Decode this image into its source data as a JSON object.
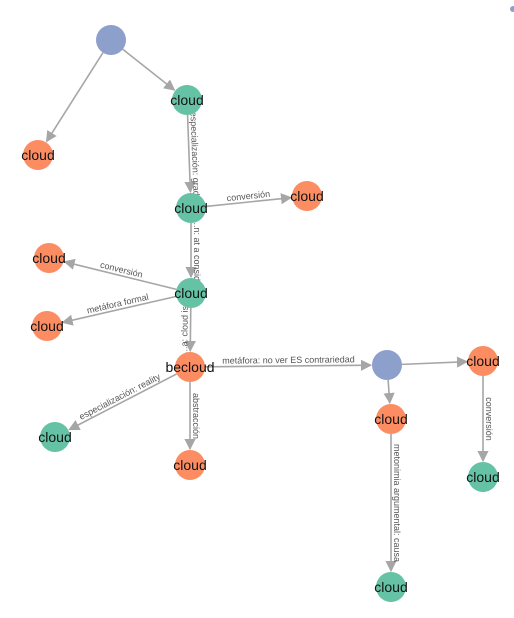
{
  "colors": {
    "green": "#66c2a5",
    "orange": "#fc8d62",
    "blue": "#8da0cb",
    "edge": "#a6a6a6"
  },
  "nodes": [
    {
      "id": "n0",
      "label": "",
      "color": "blue"
    },
    {
      "id": "n1",
      "label": "cloud",
      "color": "orange"
    },
    {
      "id": "n2",
      "label": "cloud",
      "color": "green"
    },
    {
      "id": "n3",
      "label": "cloud",
      "color": "green"
    },
    {
      "id": "n4",
      "label": "cloud",
      "color": "orange"
    },
    {
      "id": "n5",
      "label": "cloud",
      "color": "green"
    },
    {
      "id": "n6",
      "label": "cloud",
      "color": "orange"
    },
    {
      "id": "n7",
      "label": "cloud",
      "color": "orange"
    },
    {
      "id": "n8",
      "label": "becloud",
      "color": "orange"
    },
    {
      "id": "n9",
      "label": "cloud",
      "color": "green"
    },
    {
      "id": "n10",
      "label": "cloud",
      "color": "orange"
    },
    {
      "id": "n11",
      "label": "",
      "color": "blue"
    },
    {
      "id": "n12",
      "label": "cloud",
      "color": "orange"
    },
    {
      "id": "n13",
      "label": "cloud",
      "color": "orange"
    },
    {
      "id": "n14",
      "label": "cloud",
      "color": "green"
    },
    {
      "id": "n15",
      "label": "cloud",
      "color": "green"
    }
  ],
  "edges": [
    {
      "from": "n0",
      "to": "n2",
      "label": ""
    },
    {
      "from": "n0",
      "to": "n1",
      "label": ""
    },
    {
      "from": "n2",
      "to": "n3",
      "label": "especialización: grad"
    },
    {
      "from": "n3",
      "to": "n4",
      "label": "conversión"
    },
    {
      "from": "n3",
      "to": "n5",
      "label": "...n: at a consid"
    },
    {
      "from": "n5",
      "to": "n6",
      "label": "conversión"
    },
    {
      "from": "n5",
      "to": "n7",
      "label": "metáfora formal"
    },
    {
      "from": "n5",
      "to": "n8",
      "label": "...a: cloud is"
    },
    {
      "from": "n8",
      "to": "n9",
      "label": "especialización: reality"
    },
    {
      "from": "n8",
      "to": "n10",
      "label": "abstracción"
    },
    {
      "from": "n8",
      "to": "n11",
      "label": "metáfora: no ver ES contrariedad"
    },
    {
      "from": "n11",
      "to": "n12",
      "label": ""
    },
    {
      "from": "n11",
      "to": "n13",
      "label": ""
    },
    {
      "from": "n12",
      "to": "n14",
      "label": "metonimia argumental: causa"
    },
    {
      "from": "n13",
      "to": "n15",
      "label": "conversión"
    }
  ]
}
